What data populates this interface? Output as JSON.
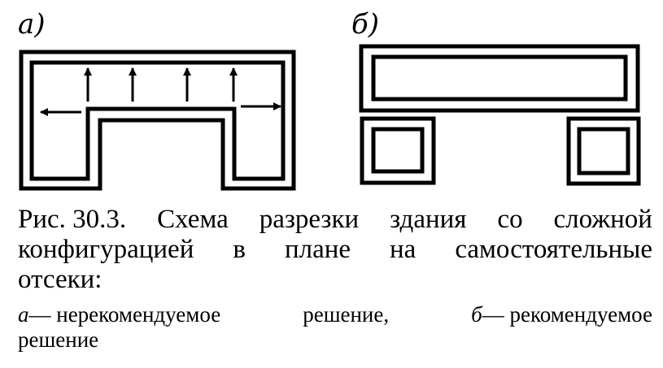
{
  "panels": {
    "a": {
      "label": "а)"
    },
    "b": {
      "label": "б)"
    }
  },
  "caption": {
    "line1": [
      "Рис. 30.3.",
      "Схема",
      "разрезки",
      "здания",
      "со",
      "сложной"
    ],
    "line2": [
      "конфигурацией",
      "в",
      "плане",
      "на",
      "самостоятельные"
    ],
    "line3": "отсеки:"
  },
  "legend": {
    "a_marker": "а",
    "a_text": "— нерекомендуемое",
    "a_tail": "решение,",
    "b_marker": "б",
    "b_text": "— рекомендуемое",
    "b_tail": "решение"
  },
  "colors": {
    "ink": "#000000",
    "paper": "#ffffff"
  }
}
